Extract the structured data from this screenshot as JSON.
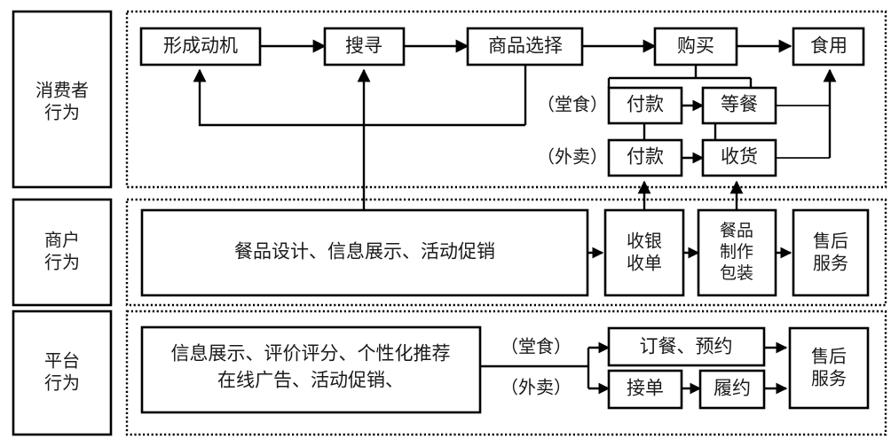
{
  "diagram": {
    "type": "flow-diagram",
    "title": "",
    "rows": [
      {
        "id": "consumer",
        "label_line1": "消费者",
        "label_line2": "行为",
        "nodes": [
          {
            "id": "motive",
            "label": "形成动机"
          },
          {
            "id": "search",
            "label": "搜寻"
          },
          {
            "id": "product-select",
            "label": "商品选择"
          },
          {
            "id": "purchase",
            "label": "购买"
          },
          {
            "id": "consume",
            "label": "食用"
          },
          {
            "id": "dinein-pay",
            "label": "付款"
          },
          {
            "id": "dinein-wait",
            "label": "等餐"
          },
          {
            "id": "takeout-pay",
            "label": "付款"
          },
          {
            "id": "takeout-receive",
            "label": "收货"
          }
        ],
        "branch_labels": [
          {
            "id": "dine-in",
            "label": "（堂食）"
          },
          {
            "id": "takeout",
            "label": "（外卖）"
          }
        ]
      },
      {
        "id": "merchant",
        "label_line1": "商户",
        "label_line2": "行为",
        "nodes": [
          {
            "id": "merchant-main",
            "label": "餐品设计、信息展示、活动促销"
          },
          {
            "id": "cashier",
            "label_line1": "收银",
            "label_line2": "收单"
          },
          {
            "id": "food-prep",
            "label_line1": "餐品",
            "label_line2": "制作",
            "label_line3": "包装"
          },
          {
            "id": "merchant-aftersales",
            "label_line1": "售后",
            "label_line2": "服务"
          }
        ],
        "branch_labels": []
      },
      {
        "id": "platform",
        "label_line1": "平台",
        "label_line2": "行为",
        "nodes": [
          {
            "id": "platform-main",
            "label_line1": "信息展示、评价评分、个性化推荐",
            "label_line2": "在线广告、活动促销、"
          },
          {
            "id": "order-reserve",
            "label": "订餐、预约"
          },
          {
            "id": "accept-order",
            "label": "接单"
          },
          {
            "id": "fulfill",
            "label": "履约"
          },
          {
            "id": "platform-aftersales",
            "label_line1": "售后",
            "label_line2": "服务"
          }
        ],
        "branch_labels": [
          {
            "id": "dine-in",
            "label": "（堂食）"
          },
          {
            "id": "takeout",
            "label": "（外卖）"
          }
        ]
      }
    ],
    "colors": {
      "stroke": "#000000",
      "background": "#ffffff",
      "text": "#1a1a1a"
    }
  }
}
